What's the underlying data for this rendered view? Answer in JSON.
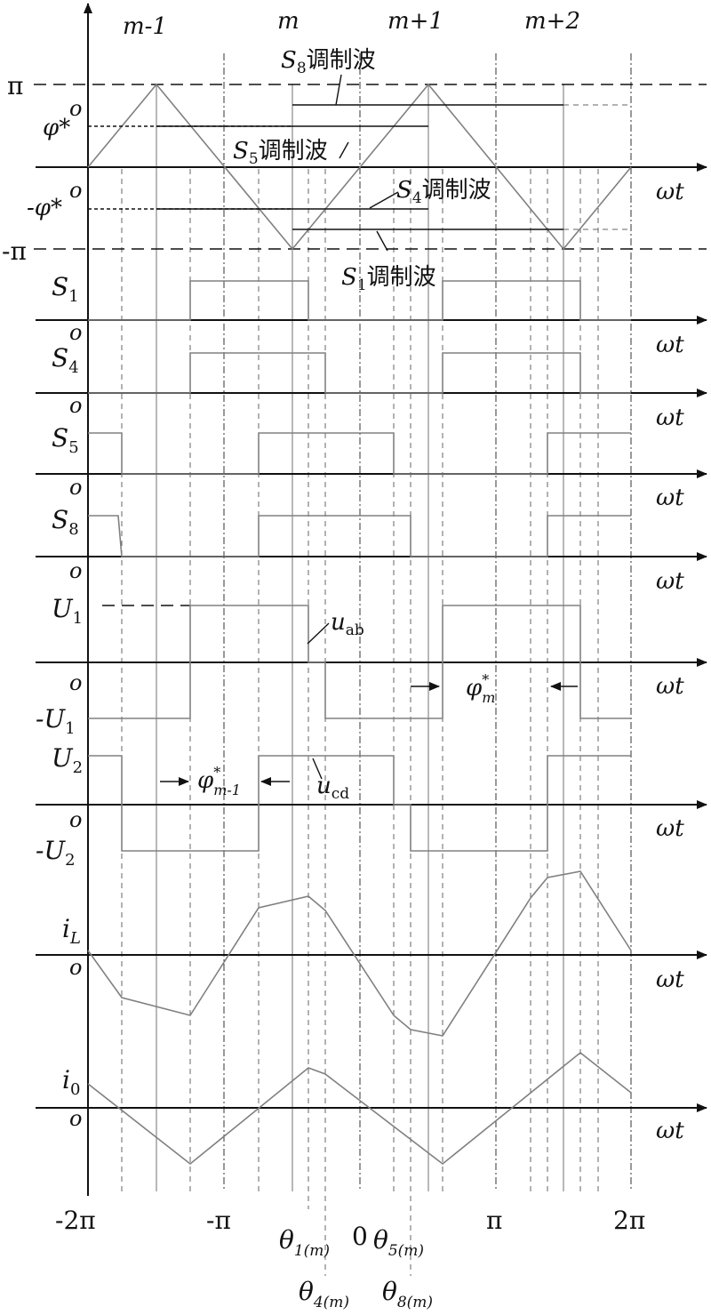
{
  "top_axis_labels": {
    "pi": "π",
    "neg_pi": "-π",
    "phi_star": "φ*",
    "neg_phi_star": "-φ*",
    "origin": "o"
  },
  "segment_labels": [
    "m-1",
    "m",
    "m+1",
    "m+2"
  ],
  "modulation_labels": {
    "s8": {
      "sym": "S",
      "sub": "8",
      "text": "调制波"
    },
    "s5": {
      "sym": "S",
      "sub": "5",
      "text": "调制波"
    },
    "s4": {
      "sym": "S",
      "sub": "4",
      "text": "调制波"
    },
    "s1": {
      "sym": "S",
      "sub": "1",
      "text": "调制波"
    }
  },
  "axis_omega": "ωt",
  "origin": "o",
  "switch_signals": [
    {
      "sym": "S",
      "sub": "1"
    },
    {
      "sym": "S",
      "sub": "4"
    },
    {
      "sym": "S",
      "sub": "5"
    },
    {
      "sym": "S",
      "sub": "8"
    }
  ],
  "voltage_labels": {
    "u1": {
      "sym": "U",
      "sub": "1"
    },
    "neg_u1": {
      "sym": "-U",
      "sub": "1"
    },
    "u2": {
      "sym": "U",
      "sub": "2"
    },
    "neg_u2": {
      "sym": "-U",
      "sub": "2"
    },
    "uab": {
      "sym": "u",
      "sub": "ab"
    },
    "ucd": {
      "sym": "u",
      "sub": "cd"
    },
    "phi_m": {
      "sym": "φ",
      "sup": "*",
      "sub": "m"
    },
    "phi_m1": {
      "sym": "φ",
      "sup": "*",
      "sub": "m-1"
    }
  },
  "current_labels": {
    "il": {
      "sym": "i",
      "sub": "L"
    },
    "i0": {
      "sym": "i",
      "sub": "0"
    }
  },
  "bottom_ticks": [
    "-2π",
    "-π",
    "0",
    "π",
    "2π"
  ],
  "theta_labels": [
    {
      "sym": "θ",
      "sub": "1(m)"
    },
    {
      "sym": "θ",
      "sub": "5(m)"
    },
    {
      "sym": "θ",
      "sub": "4(m)"
    },
    {
      "sym": "θ",
      "sub": "8(m)"
    }
  ]
}
